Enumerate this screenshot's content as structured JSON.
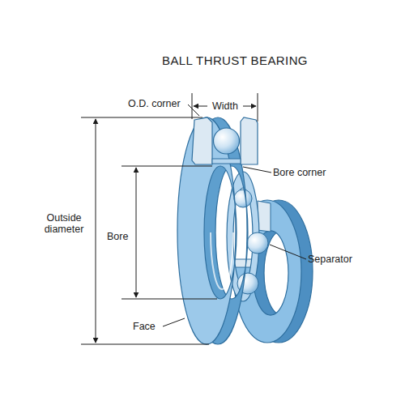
{
  "diagram": {
    "title": "BALL THRUST BEARING",
    "labels": [
      "O.D. corner",
      "Width",
      "Bore corner",
      "Outside diameter",
      "Bore",
      "Separator",
      "Face"
    ]
  }
}
